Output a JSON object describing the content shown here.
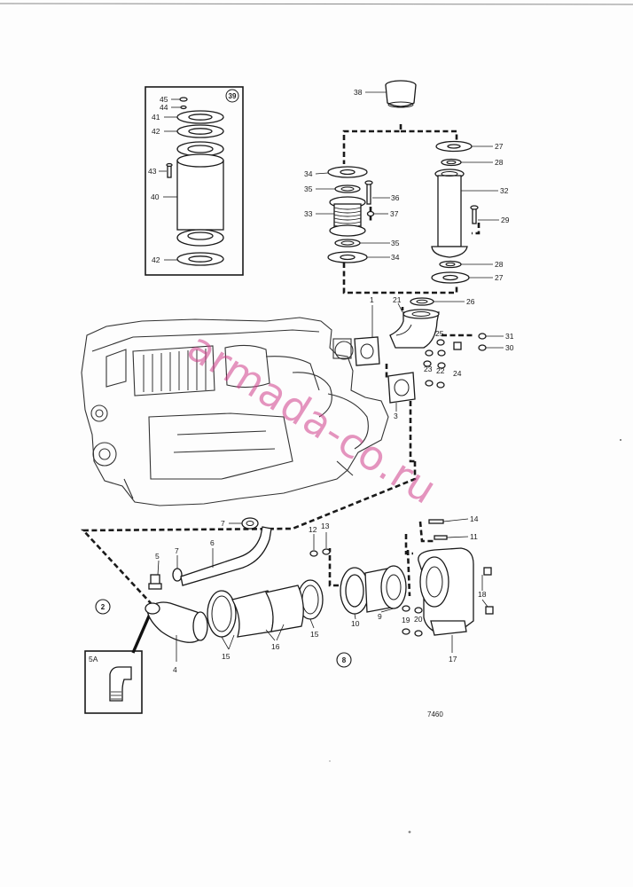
{
  "diagram": {
    "inset_box_id": "39",
    "detail_box_label": "5A",
    "circled_refs": [
      "2",
      "8"
    ],
    "drawing_number": "7460",
    "watermark": "armada-co.ru",
    "watermark_color": "#d03e8a",
    "part_labels": {
      "p1": "1",
      "p2": "3",
      "p3": "4",
      "p4": "5",
      "p5": "6",
      "p6": "7",
      "p7": "7",
      "p8": "9",
      "p9": "10",
      "p10": "11",
      "p11": "12",
      "p12": "13",
      "p13": "14",
      "p14": "15",
      "p15": "15",
      "p16": "16",
      "p17": "17",
      "p18": "18",
      "p19": "19",
      "p20": "20",
      "p21": "21",
      "p22": "22",
      "p23": "23",
      "p24": "24",
      "p25": "25",
      "p26": "26",
      "p27": "27",
      "p28": "27",
      "p29": "28",
      "p30": "28",
      "p31": "29",
      "p32": "30",
      "p33": "31",
      "p34": "32",
      "p35": "33",
      "p36": "34",
      "p37": "34",
      "p38": "35",
      "p39": "35",
      "p40": "36",
      "p41": "37",
      "p42": "38",
      "p43": "40",
      "p44": "41",
      "p45": "42",
      "p46": "42",
      "p47": "43",
      "p48": "44",
      "p49": "45"
    }
  }
}
